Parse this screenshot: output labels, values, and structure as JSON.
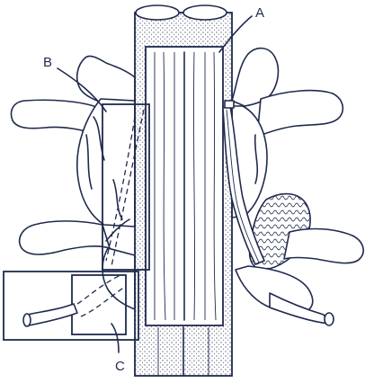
{
  "labels": {
    "a": "A",
    "b": "B",
    "c": "C"
  },
  "colors": {
    "ink": "#1f2a4d",
    "background": "#ffffff"
  }
}
